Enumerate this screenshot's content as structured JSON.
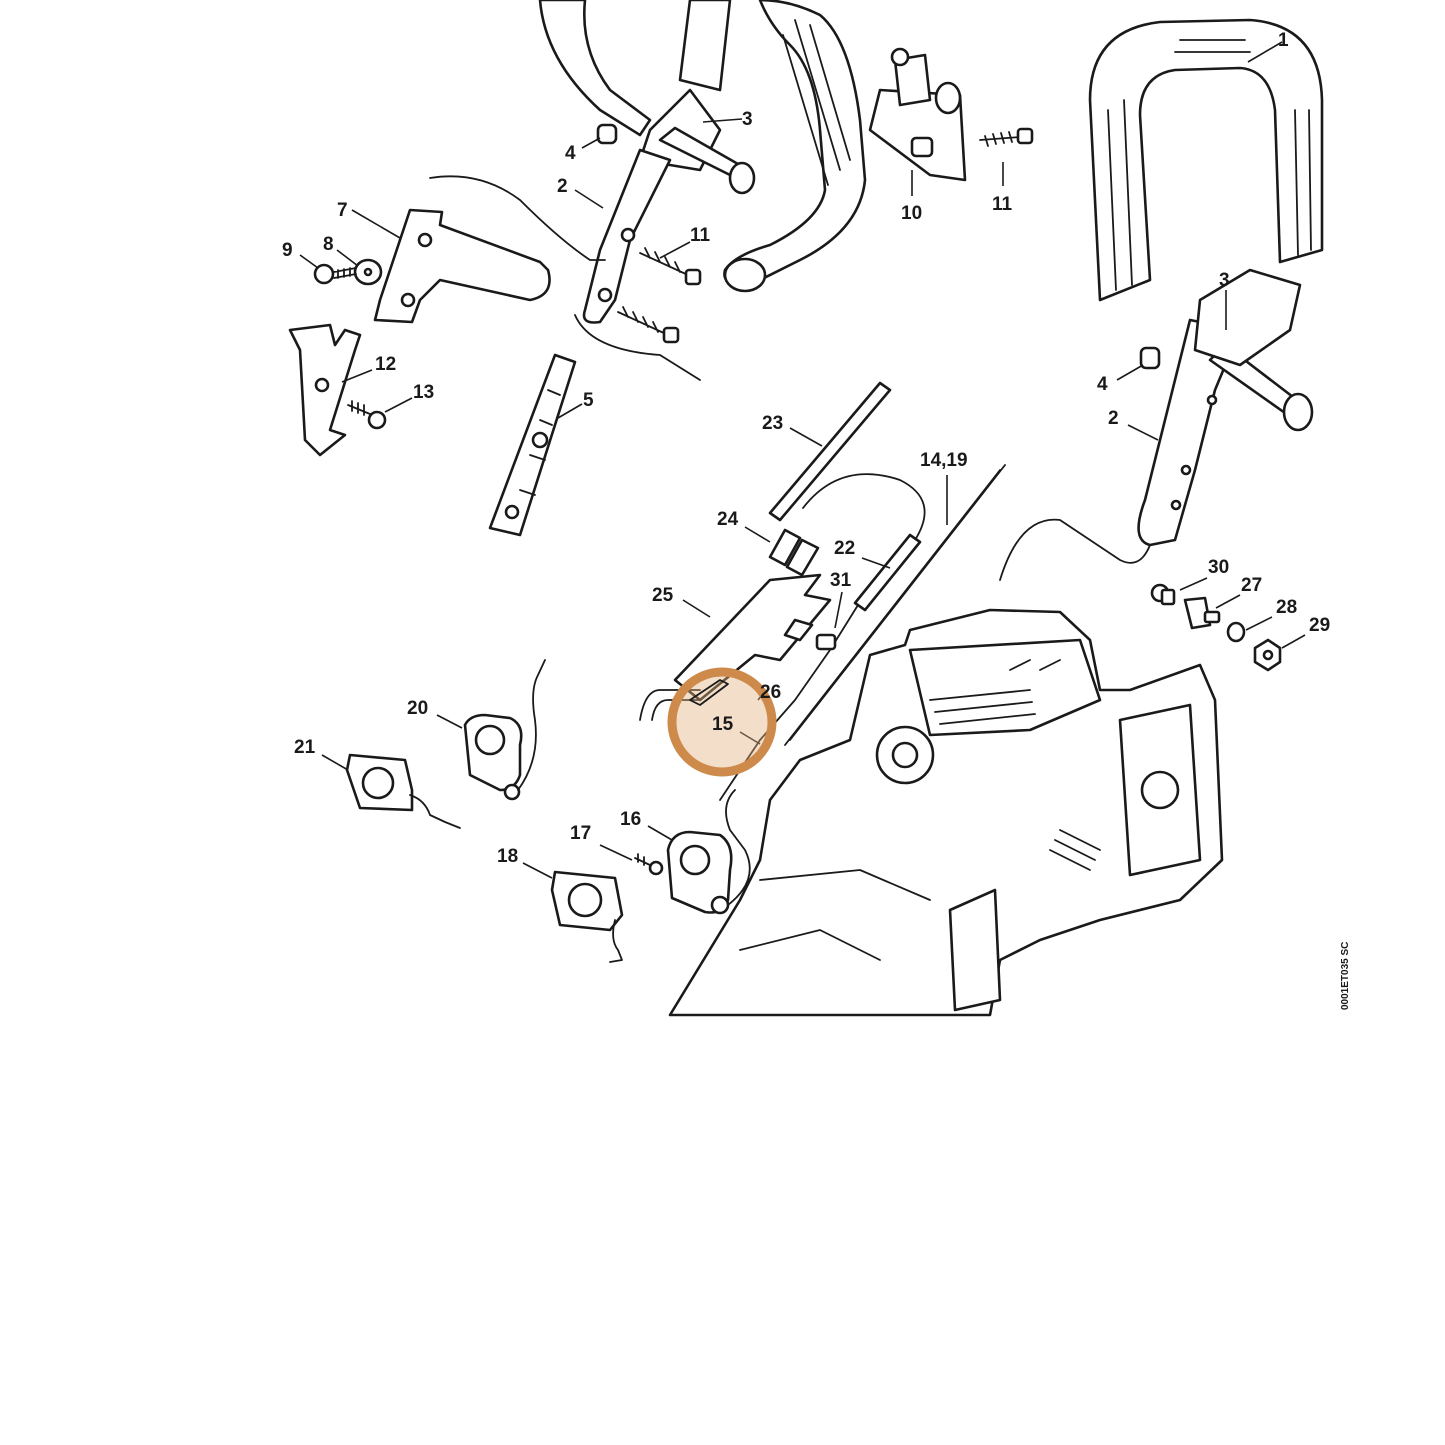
{
  "diagram": {
    "drawing_code": "0001ET035 SC",
    "highlighted_part": "15",
    "highlight_color": "#cd8a4a",
    "callouts": {
      "c1": "1",
      "c2a": "2",
      "c2b": "2",
      "c3a": "3",
      "c3b": "3",
      "c4a": "4",
      "c4b": "4",
      "c5": "5",
      "c7": "7",
      "c8": "8",
      "c9": "9",
      "c10": "10",
      "c11a": "11",
      "c11b": "11",
      "c12": "12",
      "c13": "13",
      "c14_19": "14,19",
      "c15": "15",
      "c16": "16",
      "c17": "17",
      "c18": "18",
      "c20": "20",
      "c21": "21",
      "c22": "22",
      "c23": "23",
      "c24": "24",
      "c25": "25",
      "c26": "26",
      "c27": "27",
      "c28": "28",
      "c29": "29",
      "c30": "30",
      "c31": "31"
    }
  }
}
